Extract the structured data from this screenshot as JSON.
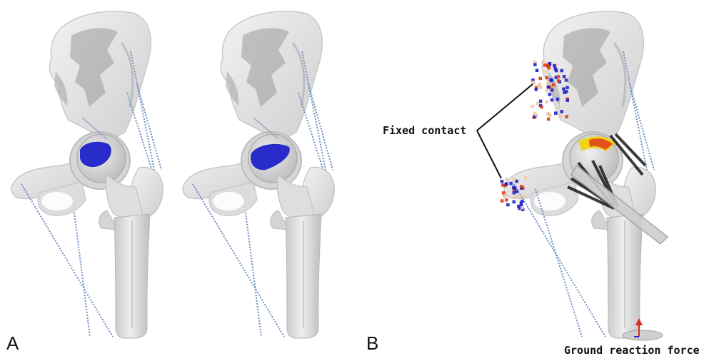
{
  "figure": {
    "panel_a_label": "A",
    "panel_b_label": "B"
  },
  "annotations": {
    "fixed_contact": "Fixed contact",
    "ground_reaction_force": "Ground reaction force"
  },
  "colors": {
    "bone_fill": "#e6e6e6",
    "bone_shade": "#bdbdbd",
    "bone_dark": "#9e9e9e",
    "contact_blue": "#1e22c8",
    "muscle_line": "#6f8fbf",
    "hotspot_red": "#e03a1a",
    "hotspot_yellow": "#f2d200",
    "connector_black": "#1a1a1a",
    "force_arrow": "#d62a1e"
  }
}
